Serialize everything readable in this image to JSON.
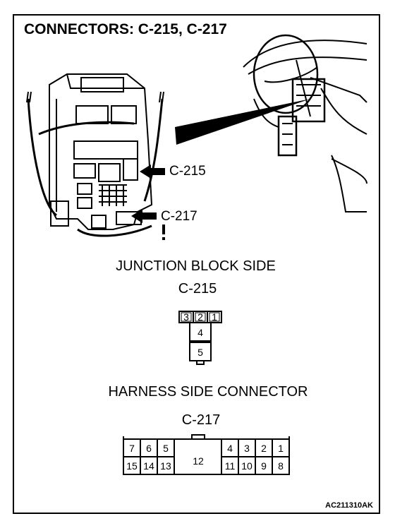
{
  "title": "CONNECTORS: C-215, C-217",
  "callouts": {
    "c215": "C-215",
    "c217": "C-217"
  },
  "junction_block": {
    "heading": "JUNCTION BLOCK SIDE",
    "connector": "C-215",
    "pins_top": [
      "3",
      "2",
      "1"
    ],
    "pin_mid": "4",
    "pin_bottom": "5"
  },
  "harness": {
    "heading": "HARNESS SIDE CONNECTOR",
    "connector": "C-217",
    "top_left": [
      "7",
      "6",
      "5"
    ],
    "top_right": [
      "4",
      "3",
      "2",
      "1"
    ],
    "bottom_left": [
      "15",
      "14",
      "13"
    ],
    "center": "12",
    "bottom_right": [
      "11",
      "10",
      "9",
      "8"
    ]
  },
  "figure_code": "AC211310AK"
}
